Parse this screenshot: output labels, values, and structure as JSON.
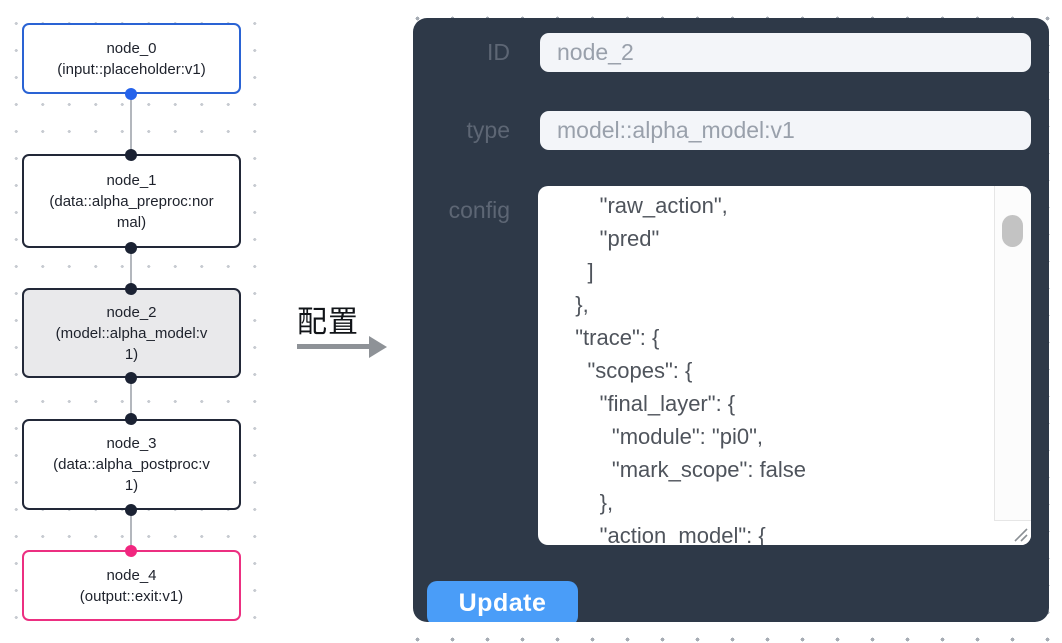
{
  "flowchart": {
    "nodes": [
      {
        "title": "node_0",
        "subtitle": "(input::placeholder:v1)",
        "kind": "input"
      },
      {
        "title": "node_1",
        "subtitle": "(data::alpha_preproc:normal)",
        "kind": "process"
      },
      {
        "title": "node_2",
        "subtitle": "(model::alpha_model:v1)",
        "kind": "model-selected"
      },
      {
        "title": "node_3",
        "subtitle": "(data::alpha_postproc:v1)",
        "kind": "process"
      },
      {
        "title": "node_4",
        "subtitle": "(output::exit:v1)",
        "kind": "output"
      }
    ]
  },
  "transition": {
    "label": "配置"
  },
  "config_panel": {
    "id_field": {
      "label": "ID",
      "value": "node_2"
    },
    "type_field": {
      "label": "type",
      "value": "model::alpha_model:v1"
    },
    "config_field": {
      "label": "config",
      "text": "      \"raw_action\",\n      \"pred\"\n    ]\n  },\n  \"trace\": {\n    \"scopes\": {\n      \"final_layer\": {\n        \"module\": \"pi0\",\n        \"mark_scope\": false\n      },\n      \"action_model\": {"
    },
    "update_button": {
      "label": "Update"
    }
  },
  "colors": {
    "panel_bg": "#2e3948",
    "button_blue": "#4a9df8",
    "input_node_border": "#2a63d4",
    "output_node_border": "#ec2f81",
    "default_node_border": "#222838",
    "selected_node_bg": "#e9e9eb",
    "input_field_bg": "#f3f5f9"
  }
}
